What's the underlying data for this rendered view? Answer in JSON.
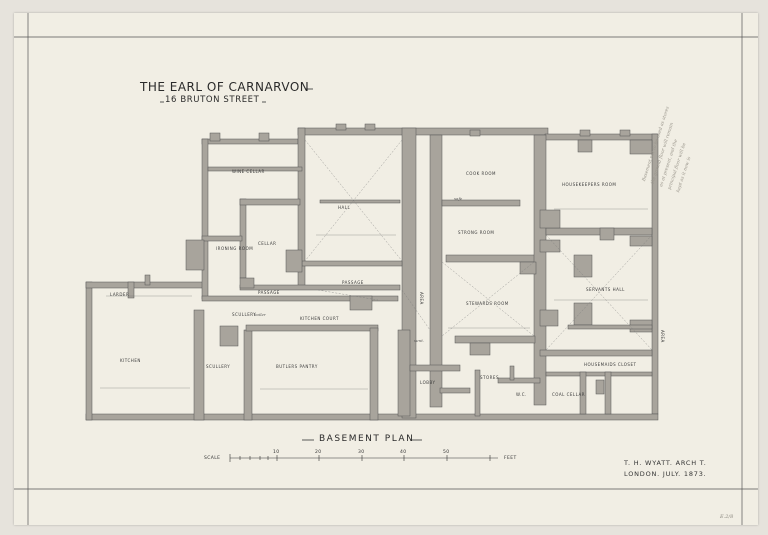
{
  "drawing": {
    "title": "THE EARL OF CARNARVON",
    "address": "16 BRUTON STREET",
    "plan_title": "BASEMENT PLAN",
    "scale_word": "SCALE",
    "scale_unit": "FEET",
    "scale_numbers": [
      "10",
      "20",
      "30",
      "40",
      "50"
    ],
    "architect": "T. H. WYATT. ARCH T.",
    "place_date": "LONDON. JULY. 1873."
  },
  "rooms": {
    "wine_cellar": "WINE CELLAR",
    "cellar": "CELLAR",
    "strong_room": "STRONG ROOM",
    "hall": "HALL",
    "kitchen_court": "KITCHEN COURT",
    "passage": "PASSAGE",
    "larder": "LARDER",
    "kitchen": "KITCHEN",
    "scullery": "SCULLERY",
    "butlers_pantry": "BUTLERS PANTRY",
    "cook_room": "COOK ROOM",
    "ironing_room": "IRONING ROOM",
    "housekeepers_room": "HOUSEKEEPERS ROOM",
    "servants_hall": "SERVANTS HALL",
    "housemaids_closet": "HOUSEMAIDS CLOSET",
    "stewards_room": "STEWARDS ROOM",
    "area": "AREA",
    "coal_cellar": "COAL CELLAR",
    "stores": "STORES",
    "lobby": "LOBBY",
    "water_closet": "W.C.",
    "scullery_lower": "SCULLERY",
    "area_front": "AREA"
  },
  "notes": {
    "boiler": "boiler",
    "safe": "safe",
    "ventilator": "vent."
  },
  "handwriting": [
    "Basement not to be  used as stores",
    "the ground floor will remain",
    "as at present, and the",
    "principal floor will be",
    "kept as it now is"
  ],
  "catalog_number": "E.2/8"
}
